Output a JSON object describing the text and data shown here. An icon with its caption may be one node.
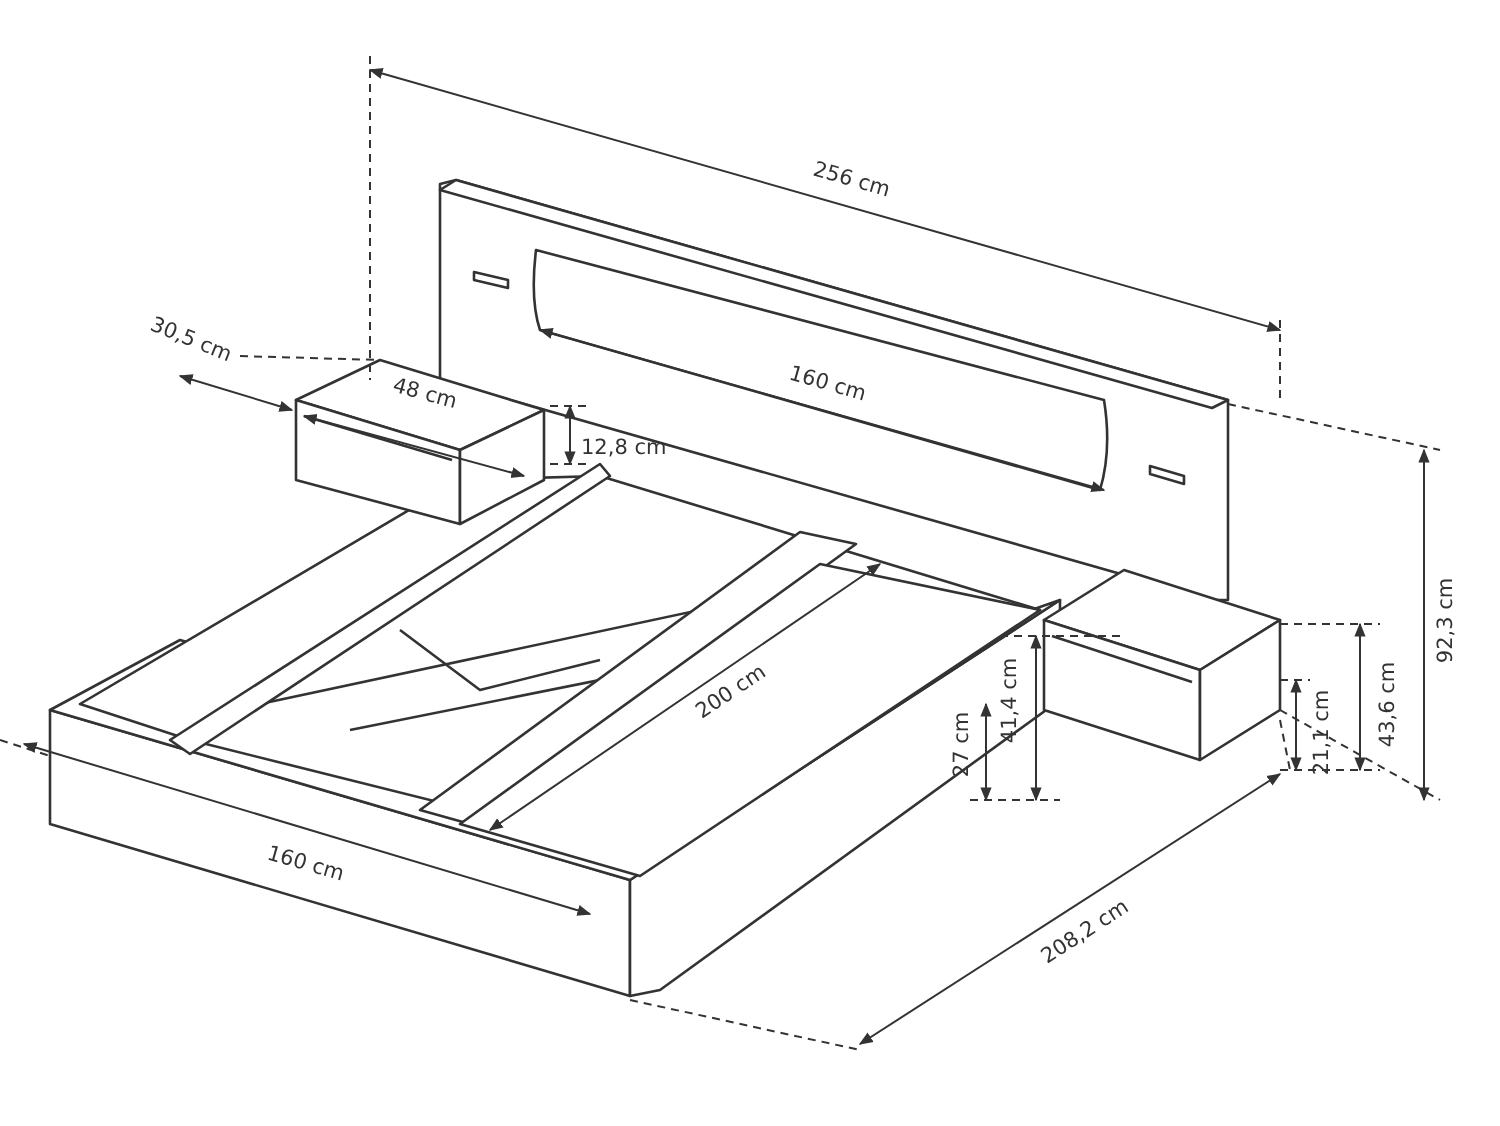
{
  "diagram": {
    "labels": [
      "256 cm",
      "30,5 cm",
      "48 cm",
      "12,8 cm",
      "160 cm",
      "92,3 cm",
      "200 cm",
      "41,4 cm",
      "27 cm",
      "43,6 cm",
      "21,1 cm",
      "160 cm",
      "208,2 cm"
    ]
  }
}
